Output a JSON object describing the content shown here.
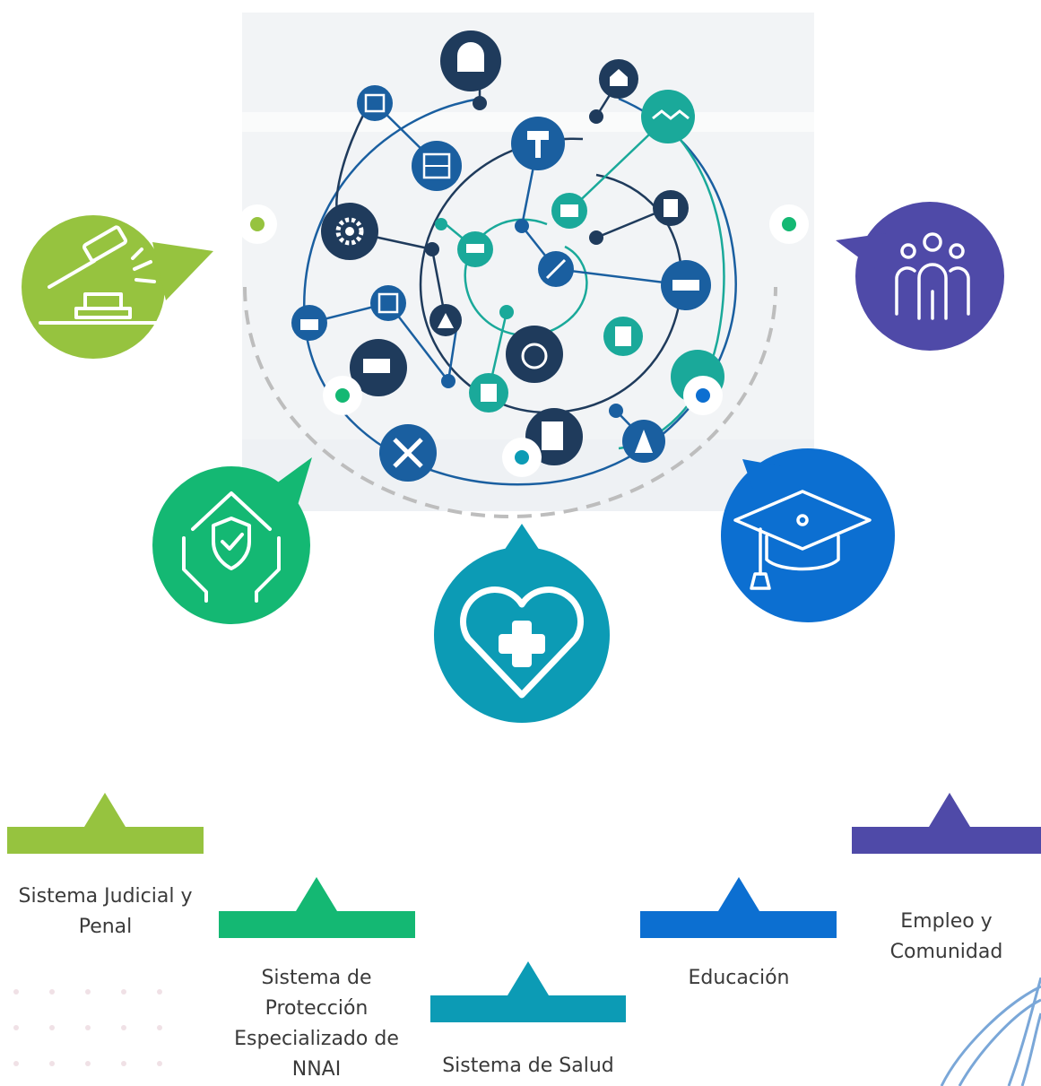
{
  "colors": {
    "judicial": "#96c33f",
    "proteccion": "#14b873",
    "salud": "#0c9bb5",
    "educacion": "#0c6fd1",
    "empleo": "#4f4aa8",
    "network_dark": "#1f3b5c",
    "network_blue": "#1a5fa0",
    "network_teal": "#1aa99a",
    "dashed": "#bdbdbd"
  },
  "icons": {
    "judicial": "gavel-icon",
    "proteccion": "protected-house-hands-icon",
    "salud": "heart-plus-icon",
    "educacion": "graduation-cap-icon",
    "empleo": "people-group-icon"
  },
  "systems": [
    {
      "key": "judicial",
      "label": "Sistema Judicial y\nPenal"
    },
    {
      "key": "proteccion",
      "label": "Sistema de\nProtección\nEspecializado de\nNNAI"
    },
    {
      "key": "salud",
      "label": "Sistema de Salud"
    },
    {
      "key": "educacion",
      "label": "Educación"
    },
    {
      "key": "empleo",
      "label": "Empleo y\nComunidad"
    }
  ]
}
